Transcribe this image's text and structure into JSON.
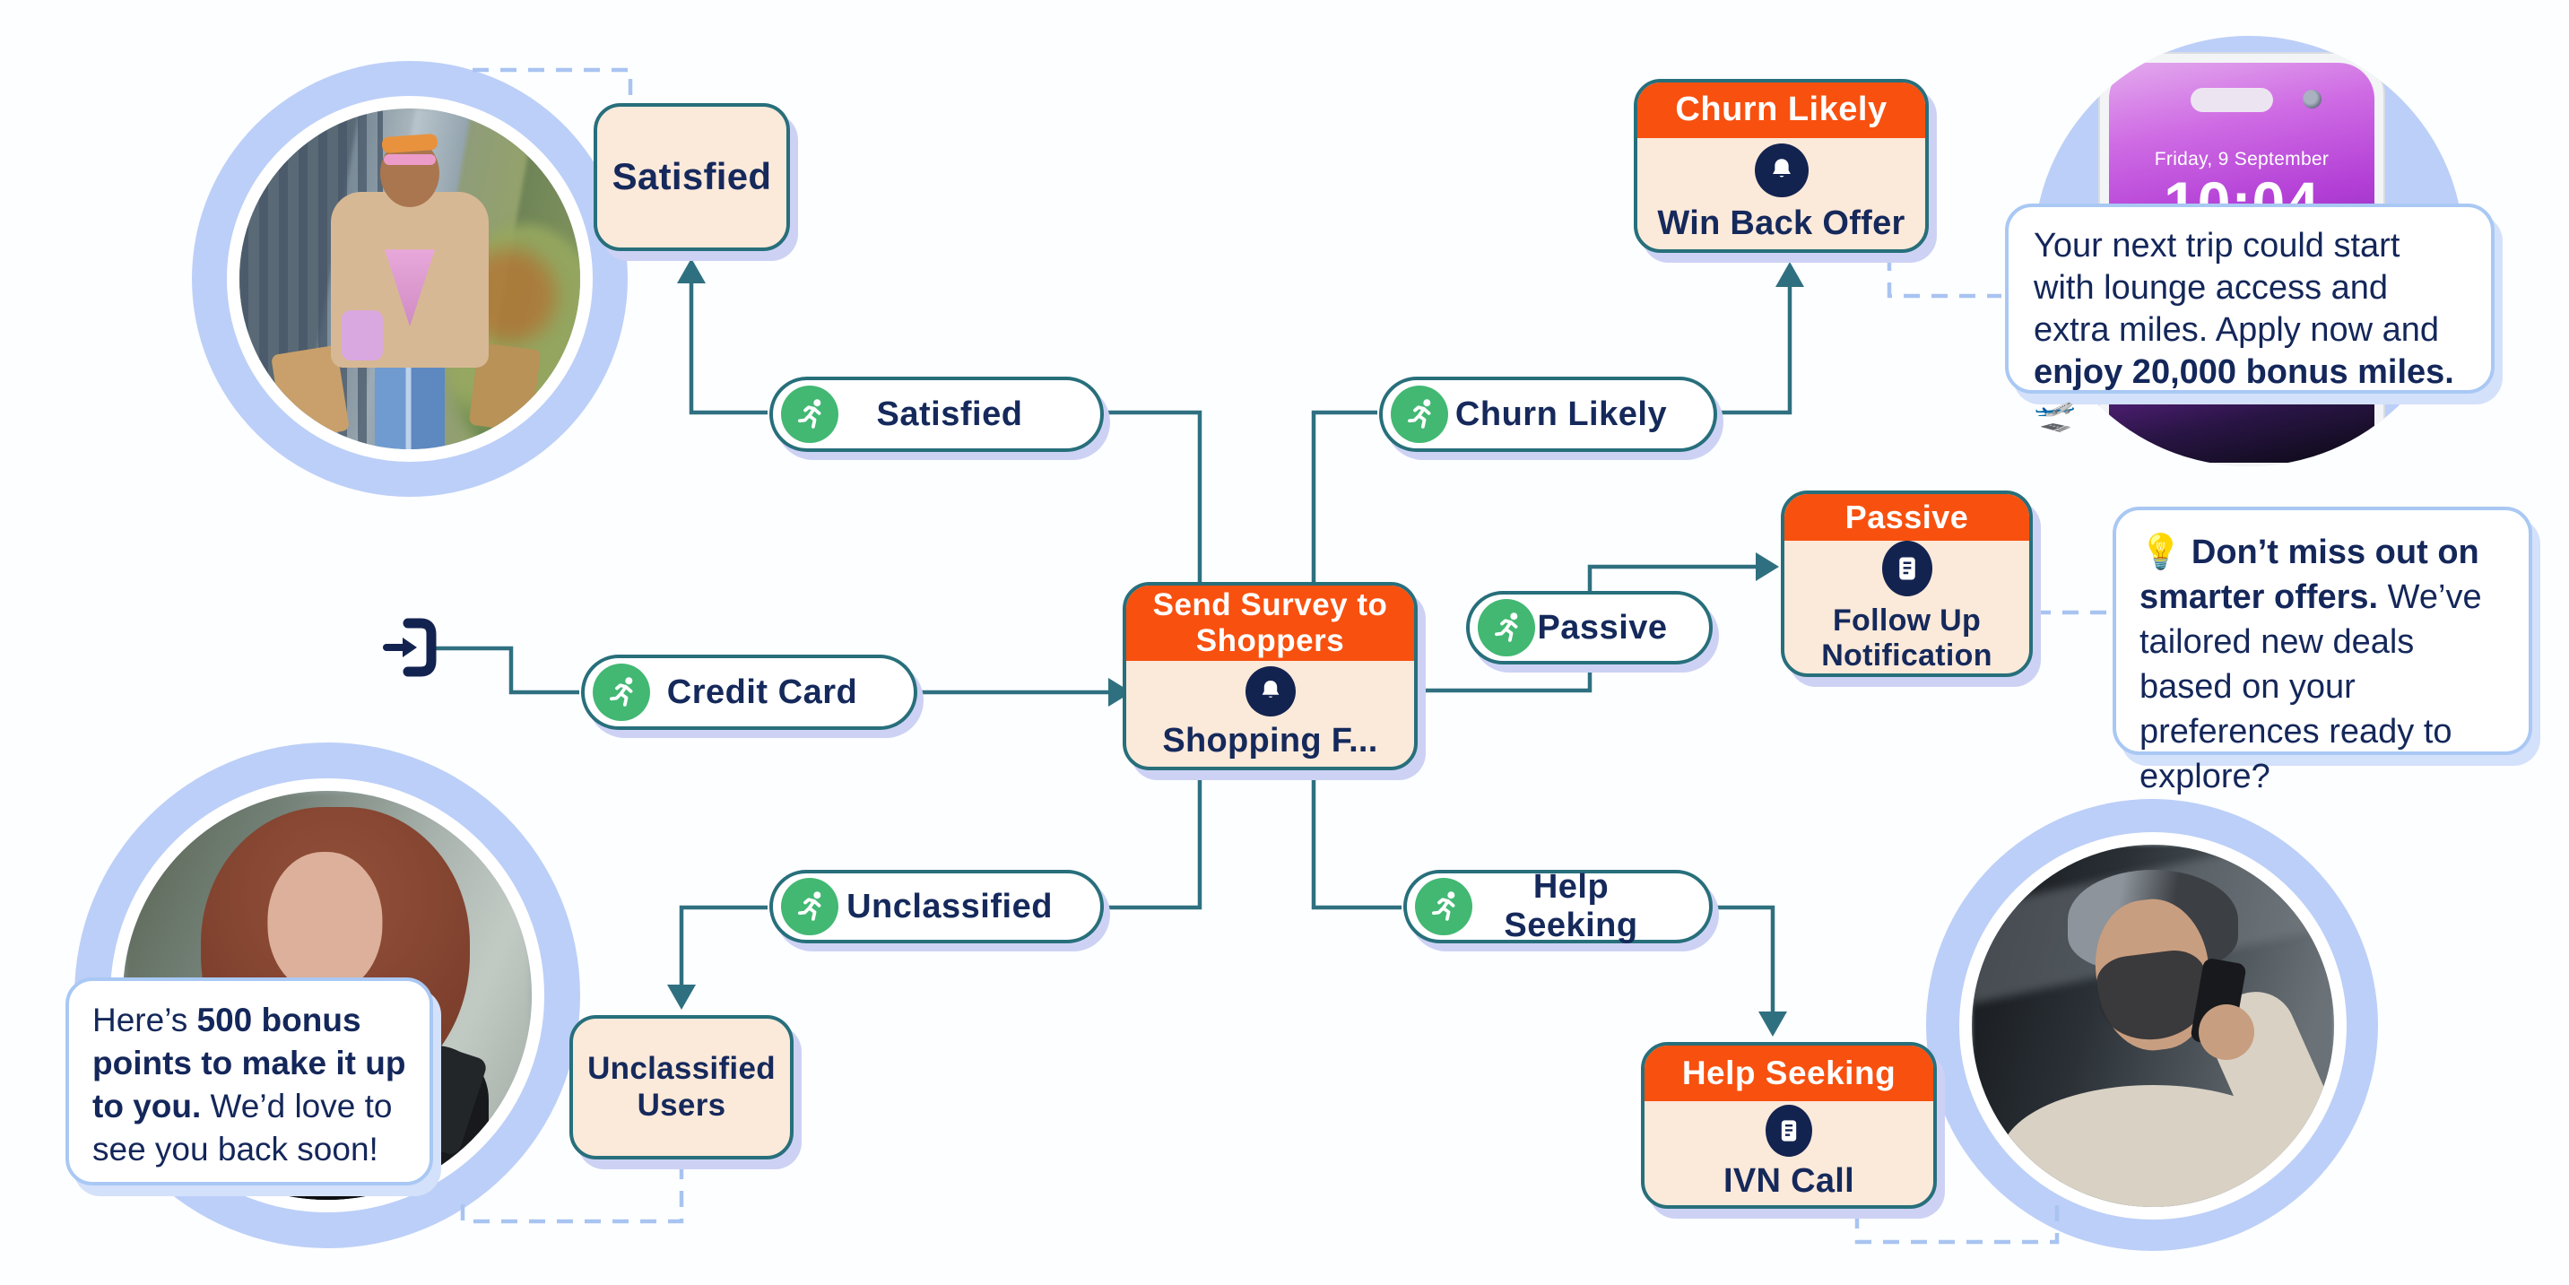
{
  "palette": {
    "accent_orange": "#F8500F",
    "node_fill": "#FBE9DA",
    "node_border": "#276F7B",
    "wire": "#2F7080",
    "text_navy": "#15295B",
    "runner_green": "#42B873",
    "dashed_blue": "#A9C4F1",
    "circle_blue": "#BCCFF8",
    "shadow_lavender": "#CDD2F5"
  },
  "icons": {
    "entry": "sign-in-arrow",
    "runner": "running-person",
    "bell": "notification-bell",
    "document": "receipt-lines",
    "lightbulb": "💡",
    "plane": "🛫"
  },
  "pills": {
    "satisfied": "Satisfied",
    "churn": "Churn Likely",
    "credit": "Credit Card",
    "passive": "Passive",
    "unclassified": "Unclassified",
    "help": "Help Seeking"
  },
  "nodes": {
    "satisfied_terminal": {
      "label": "Satisfied"
    },
    "churn_terminal": {
      "header": "Churn Likely",
      "label": "Win Back Offer"
    },
    "survey": {
      "header": "Send Survey to Shoppers",
      "label": "Shopping F..."
    },
    "passive_terminal": {
      "header": "Passive",
      "label": "Follow Up Notification"
    },
    "unclassified_terminal": {
      "label": "Unclassified Users"
    },
    "help_terminal": {
      "header": "Help Seeking",
      "label": "IVN Call"
    }
  },
  "phone": {
    "date": "Friday, 9 September",
    "time": "10:04"
  },
  "bubbles": {
    "trip": {
      "regular": "Your next trip could start with lounge access and extra miles. Apply now and ",
      "bold": "enjoy 20,000 bonus miles.",
      "emoji": " 🛫"
    },
    "offers": {
      "emoji": "💡 ",
      "bold": "Don’t miss out on smarter offers.",
      "regular": " We’ve tailored new deals based on your preferences ready to explore?"
    },
    "points": {
      "regular_prefix": "Here’s ",
      "bold": "500 bonus points to make it up to you.",
      "regular_suffix": " We’d love to see you back soon!"
    }
  }
}
